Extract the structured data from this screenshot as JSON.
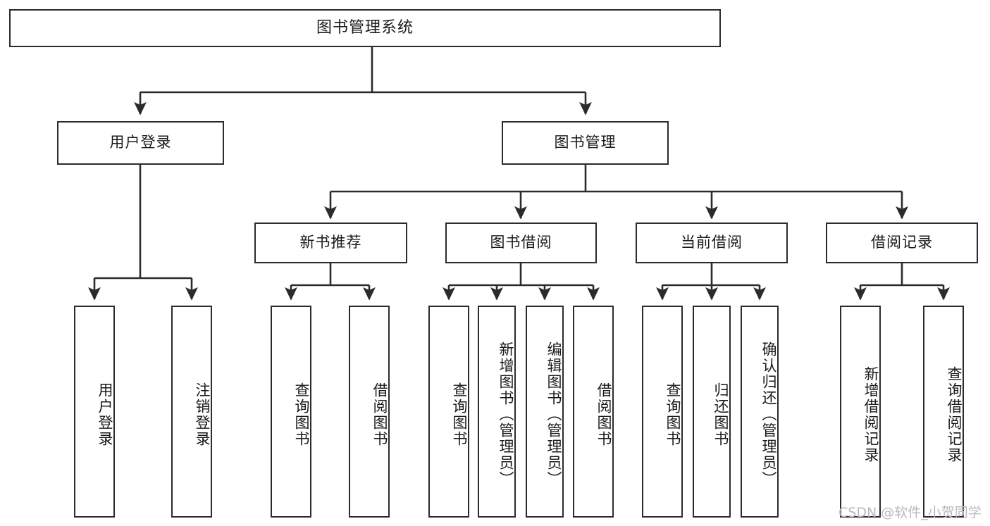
{
  "diagram": {
    "type": "tree-hierarchy",
    "title": "图书管理系统",
    "orientation": "top-down",
    "colors": {
      "box_border": "#2b2b2b",
      "box_fill": "#ffffff",
      "edge": "#2b2b2b",
      "text": "#1a1a1a",
      "watermark": "#b9b9b9",
      "background": "#ffffff"
    }
  },
  "nodes": {
    "root": {
      "label": "图书管理系统"
    },
    "level2": [
      {
        "id": "user-login",
        "label": "用户登录"
      },
      {
        "id": "book-manage",
        "label": "图书管理"
      }
    ],
    "level3": [
      {
        "id": "new-book-recommend",
        "label": "新书推荐"
      },
      {
        "id": "book-borrow",
        "label": "图书借阅"
      },
      {
        "id": "current-borrow",
        "label": "当前借阅"
      },
      {
        "id": "borrow-record",
        "label": "借阅记录"
      }
    ],
    "leaves": [
      {
        "id": "leaf-user-login",
        "label": "用户登录",
        "parent": "user-login"
      },
      {
        "id": "leaf-user-logout",
        "label": "注销登录",
        "parent": "user-login"
      },
      {
        "id": "leaf-query-book-1",
        "label": "查询图书",
        "parent": "new-book-recommend"
      },
      {
        "id": "leaf-borrow-book-1",
        "label": "借阅图书",
        "parent": "new-book-recommend"
      },
      {
        "id": "leaf-query-book-2",
        "label": "查询图书",
        "parent": "book-borrow"
      },
      {
        "id": "leaf-add-book",
        "label": "新增图书（管理员）",
        "parent": "book-borrow"
      },
      {
        "id": "leaf-edit-book",
        "label": "编辑图书（管理员）",
        "parent": "book-borrow"
      },
      {
        "id": "leaf-borrow-book-2",
        "label": "借阅图书",
        "parent": "book-borrow"
      },
      {
        "id": "leaf-query-book-3",
        "label": "查询图书",
        "parent": "current-borrow"
      },
      {
        "id": "leaf-return-book",
        "label": "归还图书",
        "parent": "current-borrow"
      },
      {
        "id": "leaf-confirm-return",
        "label": "确认归还（管理员）",
        "parent": "current-borrow"
      },
      {
        "id": "leaf-add-record",
        "label": "新增借阅记录",
        "parent": "borrow-record"
      },
      {
        "id": "leaf-query-record",
        "label": "查询借阅记录",
        "parent": "borrow-record"
      }
    ]
  },
  "watermark": {
    "text": "CSDN @软件_小贺同学"
  }
}
